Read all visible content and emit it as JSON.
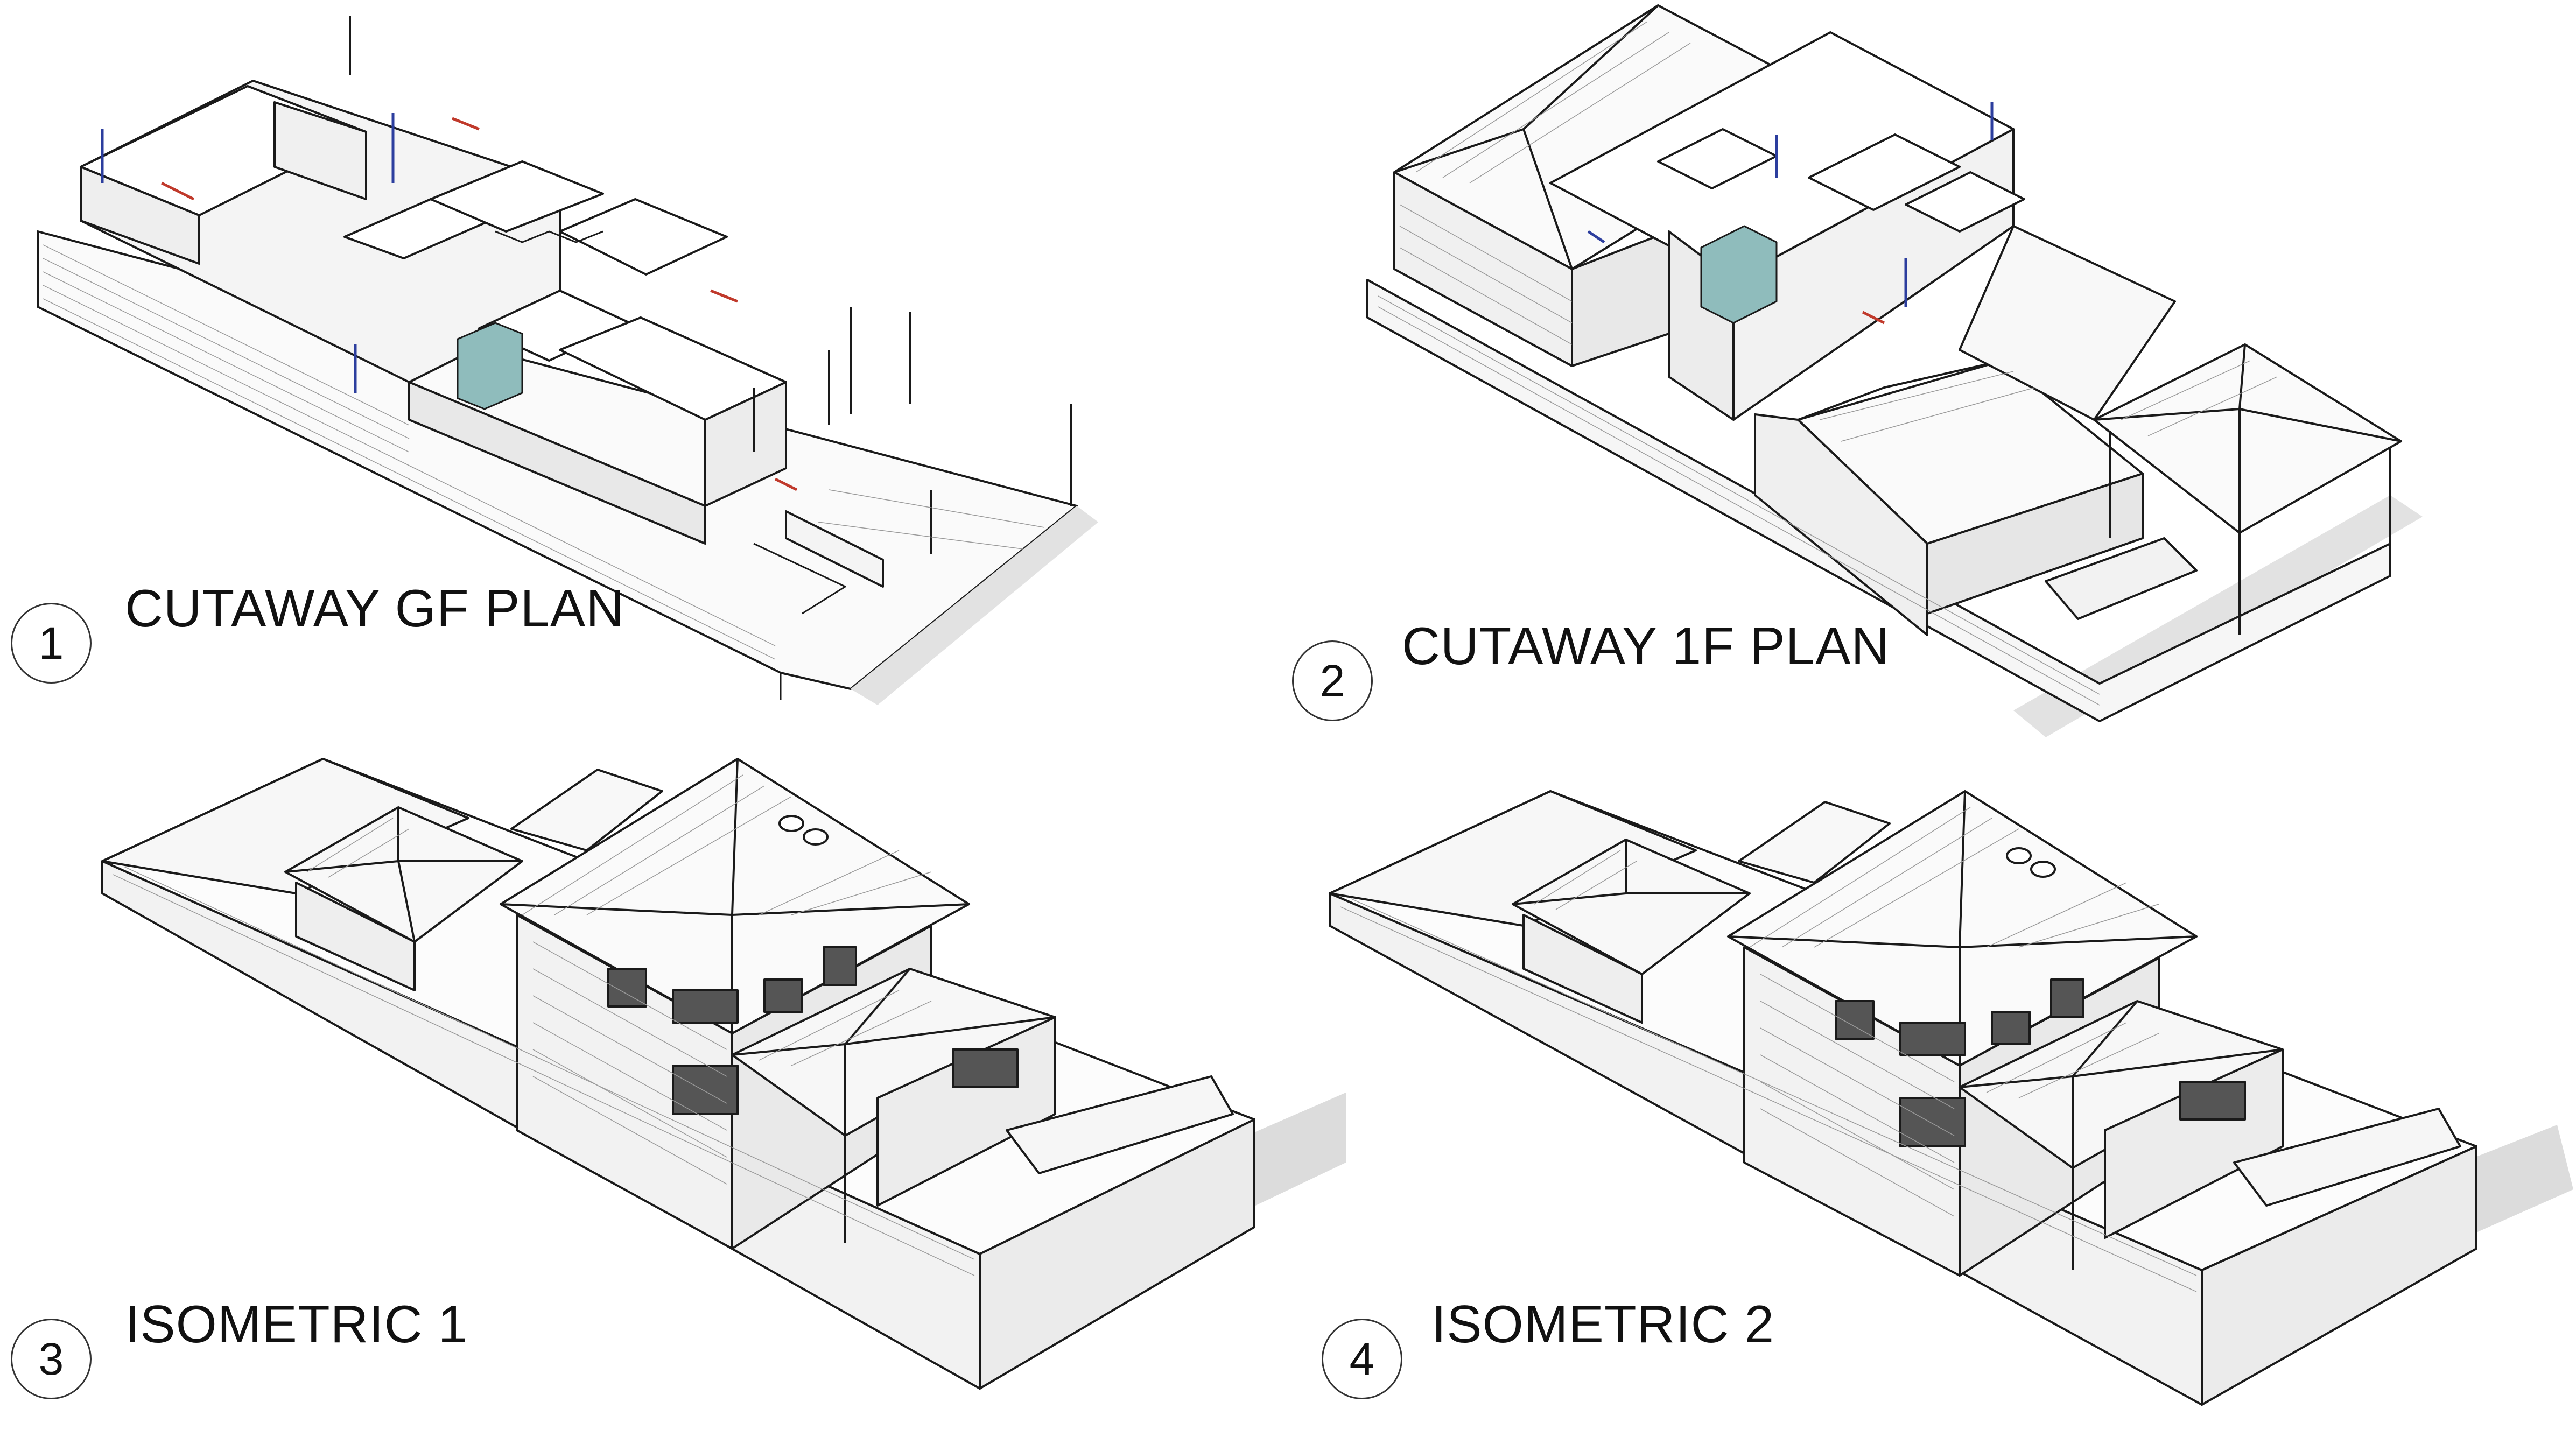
{
  "sheet": {
    "views": [
      {
        "number": "1",
        "title": "CUTAWAY GF PLAN"
      },
      {
        "number": "2",
        "title": "CUTAWAY 1F PLAN"
      },
      {
        "number": "3",
        "title": "ISOMETRIC 1"
      },
      {
        "number": "4",
        "title": "ISOMETRIC 2"
      }
    ]
  },
  "colors": {
    "line": "#1a1a1a",
    "hatch": "#9a9a9a",
    "shadow": "#d6d6d6",
    "glass": "#8fbcbc",
    "window_red": "#c0392b",
    "window_blue": "#2c3e9e"
  }
}
